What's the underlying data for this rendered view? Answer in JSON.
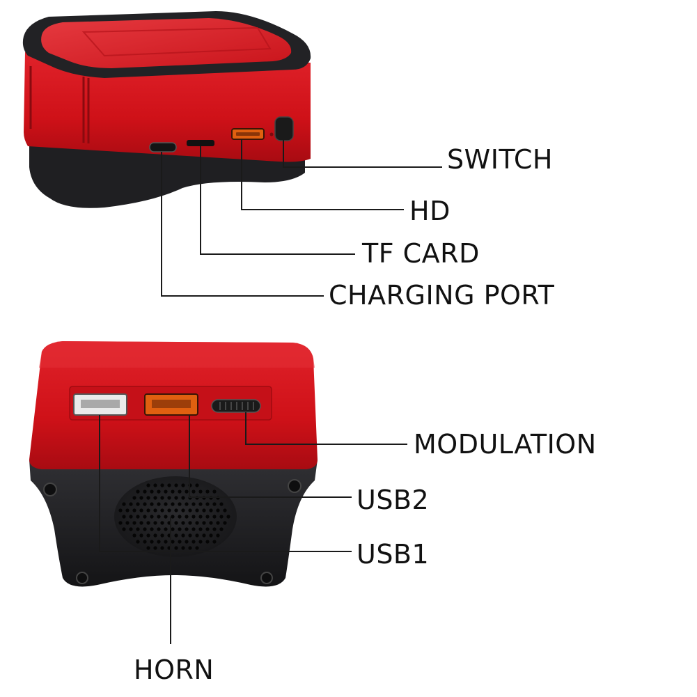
{
  "labels": {
    "switch": "SWITCH",
    "hd": "HD",
    "tf_card": "TF CARD",
    "charging_port": "CHARGING PORT",
    "modulation": "MODULATION",
    "usb2": "USB2",
    "usb1": "USB1",
    "horn": "HORN"
  },
  "colors": {
    "body_red": "#d4131a",
    "body_red_dark": "#9c0a10",
    "base_black": "#1c1c1e",
    "port_orange": "#e06010",
    "leader_line": "#1a1a1a"
  }
}
